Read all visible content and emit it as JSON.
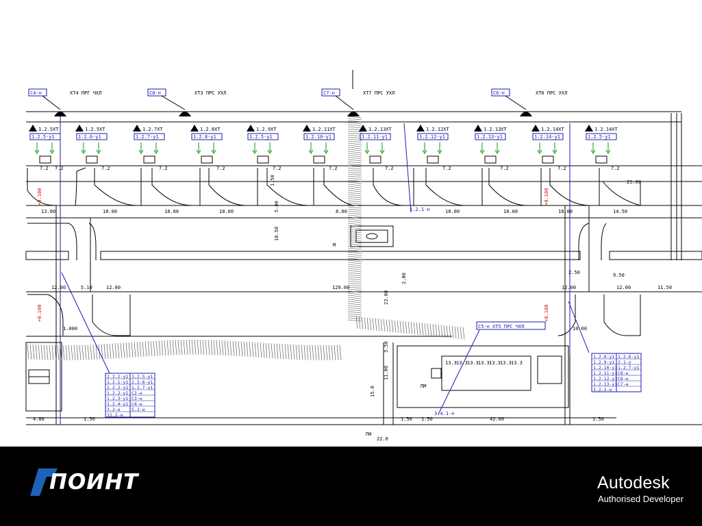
{
  "footer": {
    "brand_name": "ПОИНТ",
    "partner_name": "Autodesk",
    "partner_subtitle": "Authorised Developer",
    "background_color": "#000000"
  },
  "drawing": {
    "line_color": "#000000",
    "label_color": "#1a1ab0",
    "red_color": "#d40000",
    "green_color": "#0a9a0a",
    "top_tags": [
      "С4-н",
      "С8-н",
      "С7-н",
      "С6-н"
    ],
    "top_cables": [
      "ХТ4 ПРГ ЧХЛ",
      "ХТ3 ПРС УХЛ",
      "ХТ7 ПРС УХЛ",
      "ХТ6 ПРС УХЛ"
    ],
    "bay_titles": [
      "1.2.5ХТ",
      "1.2.5ХТ",
      "1.2.7ХТ",
      "1.2.8ХТ",
      "1.2.9ХТ",
      "1.2.11ХТ",
      "1.2.13ХТ",
      "1.2.12ХТ",
      "1.2.13ХТ",
      "1.2.14ХТ",
      "1.2.14ХТ"
    ],
    "bay_codes": [
      "1.2.5-у1",
      "1.2.6-у1",
      "1.2.7-у1",
      "1.2.8-у1",
      "1.2.5-у1",
      "1.2.10-у1",
      "1.2.11-у1",
      "1.2.12-у1",
      "1.2.13-у1",
      "1.2.14-у1",
      "1.2.5-у1"
    ],
    "dims_row1": [
      "13.00",
      "18.00",
      "18.00",
      "18.00",
      "8.00",
      "18.00",
      "18.00",
      "18.00",
      "14.50"
    ],
    "dims_row2": [
      "12.00",
      "5.10",
      "12.00",
      "129.00",
      "12.00",
      "12.00",
      "11.50"
    ],
    "dims_bottom": [
      "4.80",
      "1.50",
      "1.50",
      "1.50",
      "42.00",
      "1.50"
    ],
    "misc_dims": [
      "7.2",
      "1.50",
      "5.00",
      "10.50",
      "25.00",
      "9.50",
      "2.00",
      "23.00",
      "3.50",
      "11.00",
      "15.0",
      "22.0",
      "1.000",
      "10.00",
      "2.50"
    ],
    "callout_label": "С5-н ХТ5 ПРС ЧХЛ",
    "transformer_labels": [
      "13.3",
      "13.3",
      "13.3",
      "13.3",
      "13.3",
      "13.3",
      "13.3"
    ],
    "left_table": [
      [
        "2.2.2-у1",
        "1.2.5-у1"
      ],
      [
        "1.2.1-у1",
        "2.2.6-у1"
      ],
      [
        "2.2.2-у1",
        "1.2.7-у1"
      ],
      [
        "1.2.2-у1",
        "С2-н"
      ],
      [
        "1.2.3-у1",
        "С3-н"
      ],
      [
        "1.2.4-у1",
        "С4-н"
      ],
      [
        "3.2-н",
        "5.2-н"
      ],
      [
        "11.2-н",
        ""
      ]
    ],
    "right_table": [
      [
        "1.2.0-у1",
        "1.2.6-у1"
      ],
      [
        "1.2.9-у1",
        "2.1-у"
      ],
      [
        "1.2.10-у1",
        "1.2.7-у1"
      ],
      [
        "1.2.11-у1",
        "С8-н"
      ],
      [
        "1.2.12-у1",
        "С6-н"
      ],
      [
        "1.2.13-у1",
        "С7-н"
      ],
      [
        "3.2.1-н",
        ""
      ]
    ],
    "small_tags": [
      "1.2.1-н",
      "М",
      "ПМ",
      "3.4.1-н",
      "ПН"
    ]
  }
}
